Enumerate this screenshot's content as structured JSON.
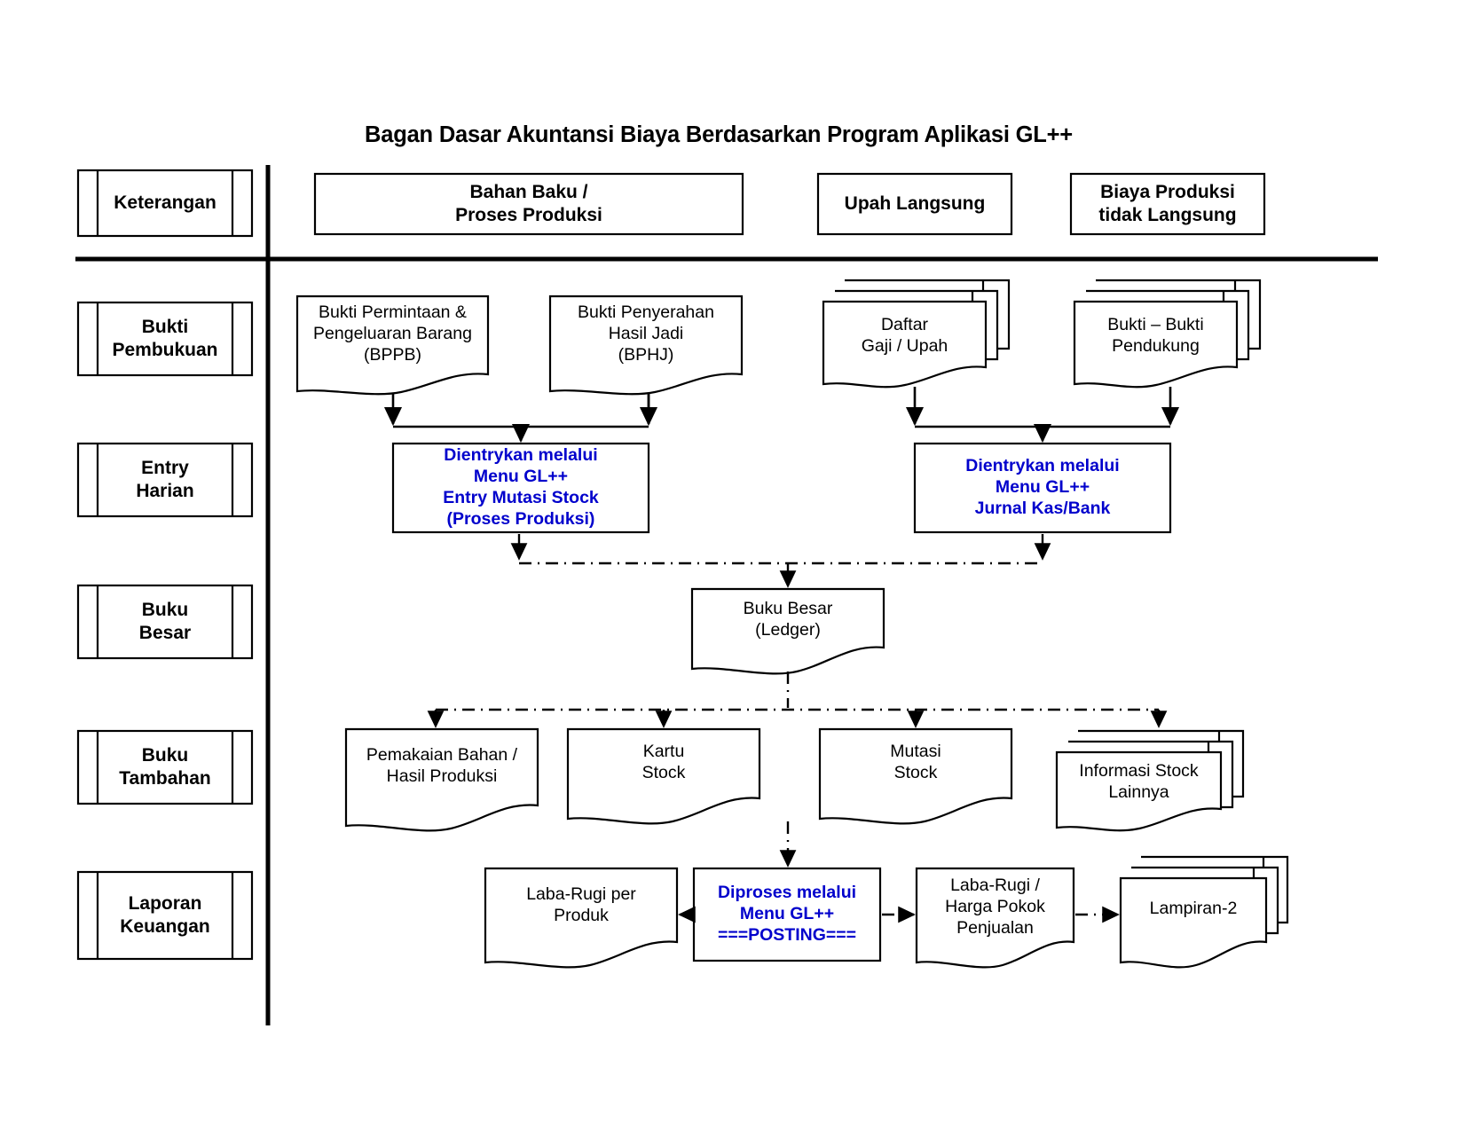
{
  "title": "Bagan Dasar Akuntansi Biaya Berdasarkan Program Aplikasi  GL++",
  "legend_header": "Keterangan",
  "column_headers": [
    {
      "id": "bahan-baku",
      "label": "Bahan Baku /\nProses Produksi"
    },
    {
      "id": "upah-langsung",
      "label": "Upah Langsung"
    },
    {
      "id": "biaya-produksi-tidak-langsung",
      "label": "Biaya Produksi\ntidak Langsung"
    }
  ],
  "row_labels": [
    {
      "id": "bukti-pembukuan",
      "label": "Bukti\nPembukuan"
    },
    {
      "id": "entry-harian",
      "label": "Entry\nHarian"
    },
    {
      "id": "buku-besar",
      "label": "Buku\nBesar"
    },
    {
      "id": "buku-tambahan",
      "label": "Buku\nTambahan"
    },
    {
      "id": "laporan-keuangan",
      "label": "Laporan\nKeuangan"
    }
  ],
  "nodes": {
    "bppb": "Bukti Permintaan  &\nPengeluaran Barang\n(BPPB)",
    "bphj": "Bukti Penyerahan\nHasil Jadi\n(BPHJ)",
    "daftar_gaji": "Daftar\nGaji / Upah",
    "bukti_pendukung": "Bukti – Bukti\nPendukung",
    "entry_mutasi_stock": "Dientrykan melalui\nMenu GL++\nEntry Mutasi Stock\n(Proses Produksi)",
    "jurnal_kas_bank": "Dientrykan melalui\nMenu GL++\nJurnal Kas/Bank",
    "buku_besar_ledger": "Buku Besar\n(Ledger)",
    "pemakaian_bahan": "Pemakaian Bahan /\nHasil Produksi",
    "kartu_stock": "Kartu\nStock",
    "mutasi_stock": "Mutasi\nStock",
    "informasi_stock_lainnya": "Informasi Stock\nLainnya",
    "laba_rugi_per_produk": "Laba-Rugi per\nProduk",
    "posting": "Diproses melalui\nMenu GL++\n===POSTING===",
    "laba_rugi_hpp": "Laba-Rugi /\nHarga Pokok\nPenjualan",
    "lampiran_2": "Lampiran-2"
  },
  "colors": {
    "ink": "#000000",
    "accent_blue": "#0000cc",
    "paper": "#ffffff"
  }
}
